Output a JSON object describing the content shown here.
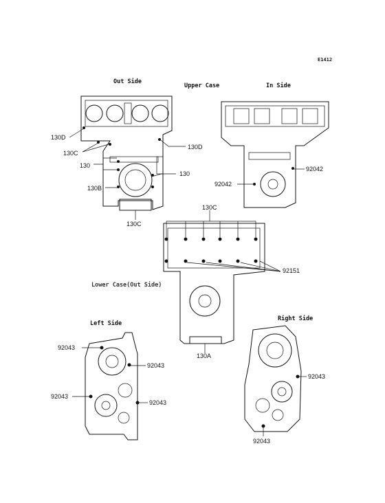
{
  "ref_code": "E1412",
  "headers": {
    "out_side": "Out Side",
    "upper_case": "Upper Case",
    "in_side": "In Side",
    "lower_case": "Lower Case(Out Side)",
    "left_side": "Left Side",
    "right_side": "Right Side"
  },
  "callouts": {
    "uc_130d_left": "130D",
    "uc_130c_left": "130C",
    "uc_130_left": "130",
    "uc_130b": "130B",
    "uc_130_right": "130",
    "uc_130d_right": "130D",
    "uc_130c_bottom": "130C",
    "in_92042_right": "92042",
    "in_92042_left": "92042",
    "lc_130c_top": "130C",
    "lc_92151": "92151",
    "lc_130a": "130A",
    "ls_92043_tl": "92043",
    "ls_92043_r1": "92043",
    "ls_92043_l2": "92043",
    "ls_92043_r2": "92043",
    "rs_92043_r": "92043",
    "rs_92043_b": "92043"
  }
}
